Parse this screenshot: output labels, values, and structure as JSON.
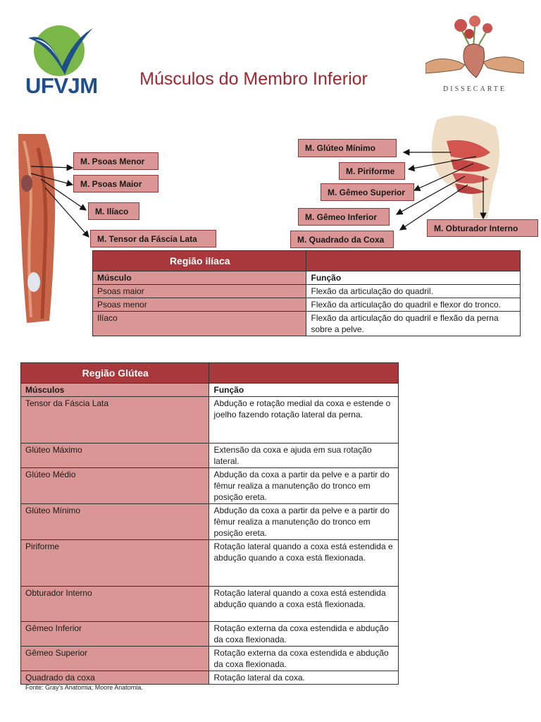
{
  "header": {
    "logo_text": "UFVJM",
    "title": "Músculos do Membro Inferior",
    "partner_logo_text": "DISSECARTE"
  },
  "labels_left": [
    "M. Psoas Menor",
    "M. Psoas Maior",
    "M. Ilíaco",
    "M. Tensor da Fáscia Lata"
  ],
  "labels_right": [
    "M. Glúteo Mínimo",
    "M. Piriforme",
    "M. Gêmeo Superior",
    "M. Gêmeo Inferior",
    "M. Quadrado da Coxa",
    "M. Obturador Interno"
  ],
  "table_iliaca": {
    "title": "Região ilíaca",
    "col_muscle": "Músculo",
    "col_function": "Função",
    "rows": [
      {
        "muscle": "Psoas maior",
        "function": "Flexão da articulação do quadril."
      },
      {
        "muscle": "Psoas menor",
        "function": "Flexão da articulação do quadril e flexor do tronco."
      },
      {
        "muscle": "Ilíaco",
        "function": "Flexão da articulação do quadril e flexão da perna sobre a pelve."
      }
    ]
  },
  "table_glutea": {
    "title": "Região Glútea",
    "col_muscle": "Músculos",
    "col_function": "Função",
    "rows": [
      {
        "muscle": "Tensor da Fáscia Lata",
        "function": " Abdução e rotação medial da coxa e estende o joelho fazendo rotação lateral da perna."
      },
      {
        "muscle": "Glúteo Máximo",
        "function": "Extensão da coxa e ajuda em sua rotação lateral."
      },
      {
        "muscle": "Glúteo Médio",
        "function": "Abdução da coxa a partir da pelve e a partir do fêmur realiza a manutenção do tronco em posição ereta."
      },
      {
        "muscle": "Glúteo Mínimo",
        "function": "Abdução da coxa a partir da pelve e a partir do fêmur realiza a manutenção do tronco em posição ereta."
      },
      {
        "muscle": "Piriforme",
        "function": "Rotação lateral quando a coxa está estendida e abdução quando a coxa está flexionada."
      },
      {
        "muscle": "Obturador Interno",
        "function": " Rotação lateral quando a coxa está estendida abdução quando a coxa está flexionada."
      },
      {
        "muscle": "Gêmeo Inferior",
        "function": "Rotação externa da coxa estendida e abdução da coxa flexionada."
      },
      {
        "muscle": "Gêmeo Superior",
        "function": "Rotação externa da coxa estendida e abdução da coxa flexionada."
      },
      {
        "muscle": "Quadrado da coxa",
        "function": "Rotação lateral da coxa."
      }
    ]
  },
  "source": "Fonte: Gray's Anatomia; Moore Anatomia.",
  "colors": {
    "title_red": "#a3262f",
    "header_red": "#a8383c",
    "label_pink": "#d99694",
    "logo_green": "#7ab648",
    "logo_blue": "#1f4e8c"
  }
}
